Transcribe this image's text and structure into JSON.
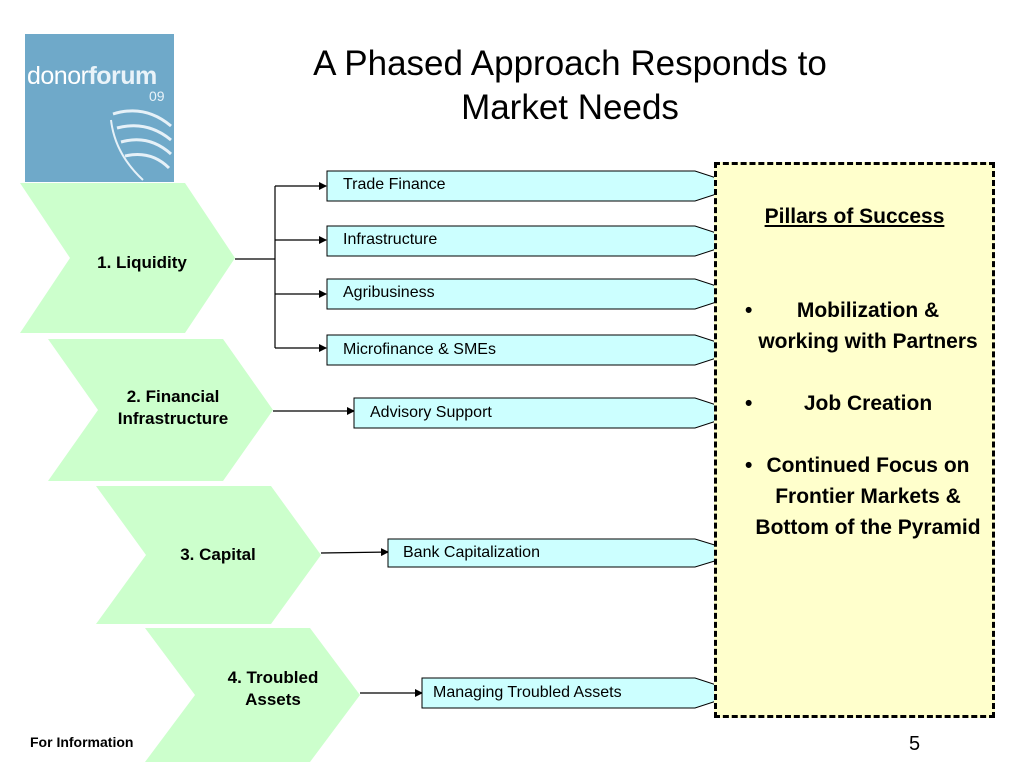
{
  "logo": {
    "brand_a": "donor",
    "brand_b": "forum",
    "year": "09"
  },
  "title": {
    "line1": "A Phased Approach Responds to",
    "line2": "Market Needs"
  },
  "phases": [
    {
      "label_lines": [
        "1. Liquidity"
      ]
    },
    {
      "label_lines": [
        "2. Financial",
        "Infrastructure"
      ]
    },
    {
      "label_lines": [
        "3. Capital"
      ]
    },
    {
      "label_lines": [
        "4. Troubled",
        "Assets"
      ]
    }
  ],
  "programs": [
    "Trade Finance",
    "Infrastructure",
    "Agribusiness",
    "Microfinance & SMEs",
    "Advisory Support",
    "Bank Capitalization",
    "Managing Troubled Assets"
  ],
  "pillars": {
    "title": "Pillars of Success",
    "items": [
      "Mobilization & working with Partners",
      "Job Creation",
      "Continued Focus on Frontier Markets & Bottom of the Pyramid"
    ]
  },
  "colors": {
    "chevron_fill": "#ccffcc",
    "arrow_fill": "#ccffff",
    "pillars_fill": "#ffffcc",
    "logo_bg": "#6fa9c9"
  },
  "footer": {
    "note": "For Information",
    "page_number": "5"
  }
}
